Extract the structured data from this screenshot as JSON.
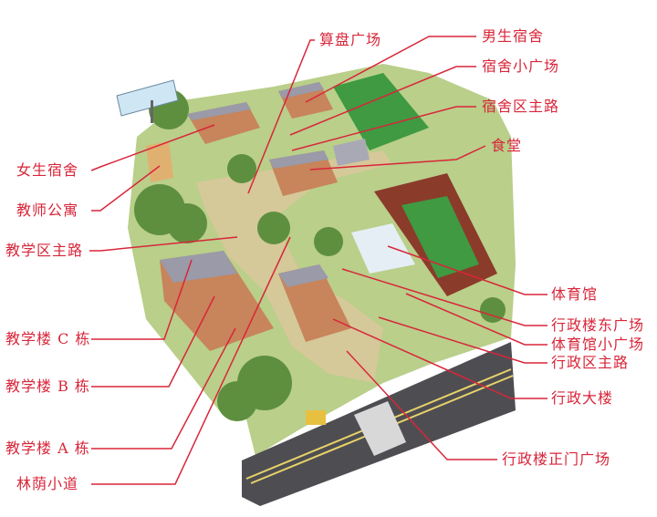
{
  "colors": {
    "label": "#d8263a",
    "leader": "#d8263a",
    "grass": "#8fb56a",
    "path": "#d9c9a0",
    "building_roof": "#9a9aa8",
    "building_wall": "#c8845a",
    "track": "#8b3a2a",
    "field": "#3e9a3c",
    "road": "#4a4a4a"
  },
  "labels": {
    "abacus_square": "算盘广场",
    "male_dorm": "男生宿舍",
    "dorm_small_square": "宿舍小广场",
    "dorm_main_road": "宿舍区主路",
    "canteen": "食堂",
    "female_dorm": "女生宿舍",
    "teacher_apartment": "教师公寓",
    "teaching_main_road": "教学区主路",
    "gym": "体育馆",
    "admin_east_square": "行政楼东广场",
    "gym_small_square": "体育馆小广场",
    "admin_main_road": "行政区主路",
    "admin_building": "行政大楼",
    "admin_front_square": "行政楼正门广场",
    "teaching_c": "教学楼 C 栋",
    "teaching_b": "教学楼 B 栋",
    "teaching_a": "教学楼 A 栋",
    "shaded_path": "林荫小道"
  }
}
